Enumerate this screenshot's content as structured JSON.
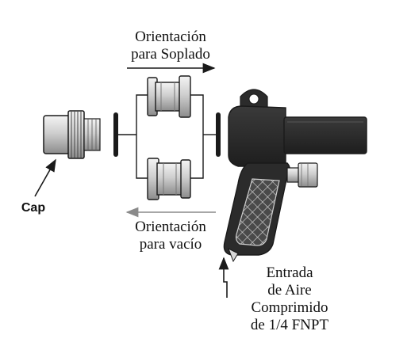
{
  "labels": {
    "blow_orientation": [
      "Orientación",
      "para Soplado"
    ],
    "vacuum_orientation": [
      "Orientación",
      "para vacío"
    ],
    "cap": "Cap",
    "air_inlet": [
      "Entrada",
      "de Aire",
      "Comprimido",
      "de 1/4 FNPT"
    ]
  },
  "colors": {
    "outline": "#1a1a1a",
    "gun_body": "#2b2b2b",
    "metal_light": "#e6e6e6",
    "metal_dark": "#9a9a9a",
    "arrow_light": "#8a8a8a"
  }
}
